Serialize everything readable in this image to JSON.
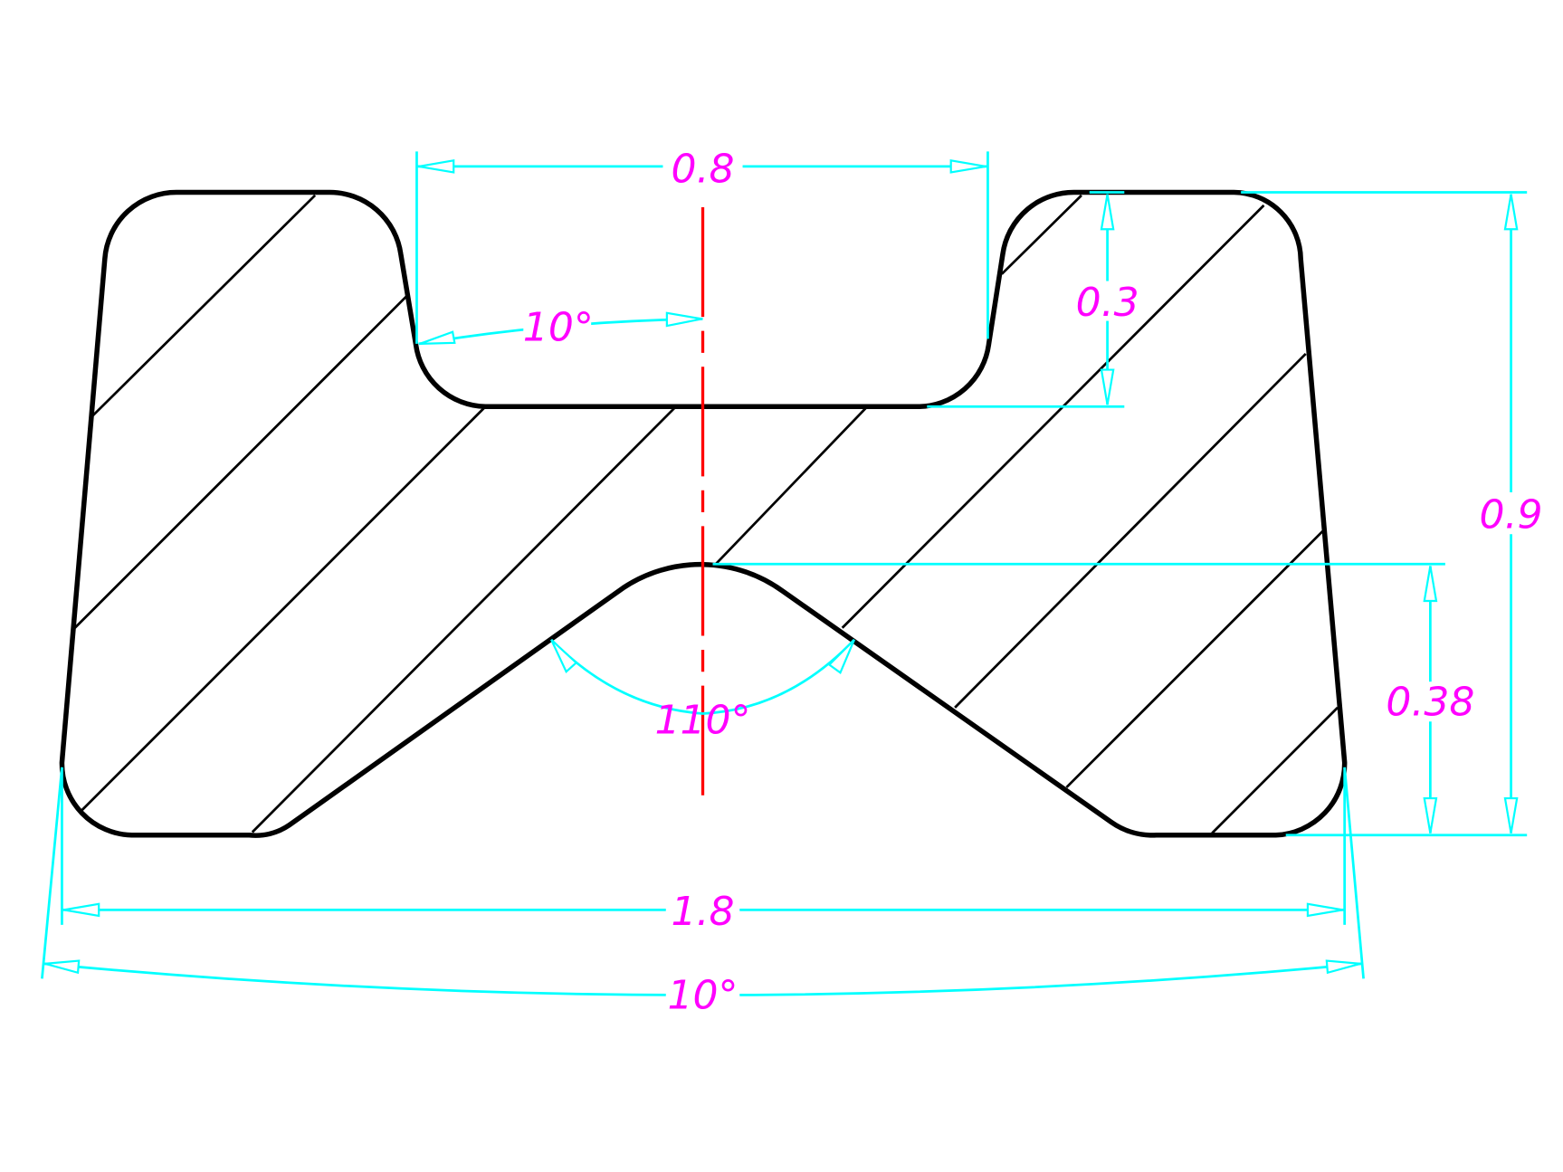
{
  "drawing": {
    "colors": {
      "outline": "#000000",
      "dimension": "#00ffff",
      "text": "#ff00ff",
      "centerline": "#ff0000"
    },
    "dimensions": {
      "notch_width": "0.8",
      "notch_angle": "10°",
      "notch_depth": "0.3",
      "total_height": "0.9",
      "v_groove_depth": "0.38",
      "v_groove_angle": "110°",
      "base_width": "1.8",
      "side_angle": "10°"
    }
  }
}
